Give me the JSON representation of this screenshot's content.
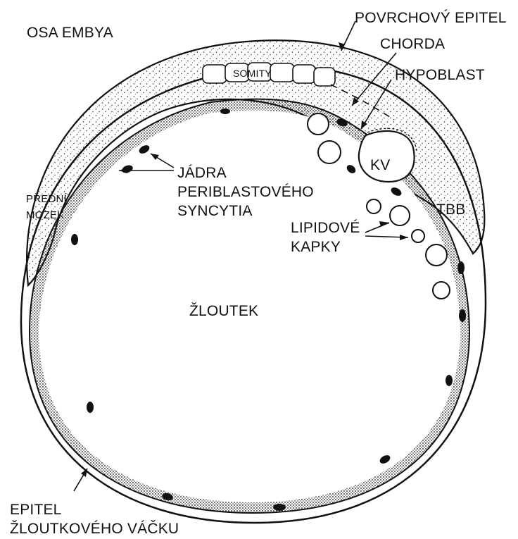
{
  "labels": {
    "osa_embya": "OSA EMBYA",
    "povrchovy_epitel": "POVRCHOVÝ EPITEL",
    "chorda": "CHORDA",
    "hypoblast": "HYPOBLAST",
    "somity": "SOMITY",
    "kv": "KV",
    "jadra_line1": "JÁDRA",
    "jadra_line2": "PERIBLASTOVÉHO",
    "jadra_line3": "SYNCYTIA",
    "predni_line1": "PŘEDNÍ",
    "predni_line2": "MOZEK",
    "tbb": "TBB",
    "lipidove_line1": "LIPIDOVÉ",
    "lipidove_line2": "KAPKY",
    "zloutek": "ŽLOUTEK",
    "epitel_line1": "EPITEL",
    "epitel_line2": "ŽLOUTKOVÉHO VÁČKU"
  },
  "colors": {
    "ink": "#111111",
    "background": "#ffffff"
  }
}
